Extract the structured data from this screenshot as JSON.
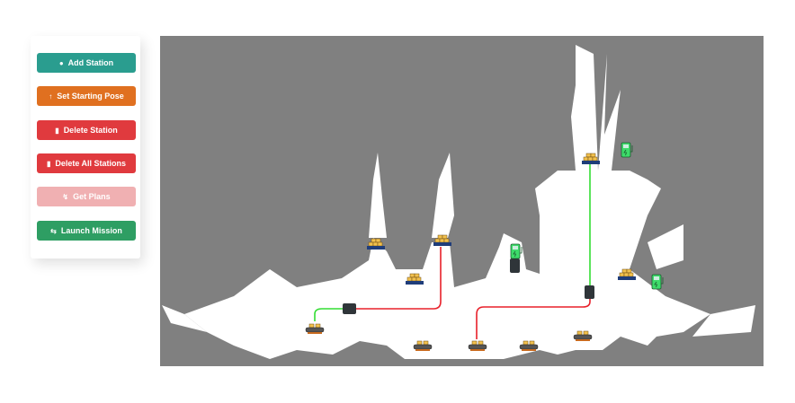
{
  "controls": {
    "buttons": [
      {
        "label": "Add Station",
        "icon": "map-pin-icon",
        "color": "#2a9d8f"
      },
      {
        "label": "Set Starting Pose",
        "icon": "arrow-up-icon",
        "color": "#e07020"
      },
      {
        "label": "Delete Station",
        "icon": "trash-icon",
        "color": "#e03a3e"
      },
      {
        "label": "Delete All Stations",
        "icon": "trash-icon",
        "color": "#e03a3e"
      },
      {
        "label": "Get Plans",
        "icon": "route-icon",
        "color": "#f0b0b2",
        "disabled": true
      },
      {
        "label": "Launch Mission",
        "icon": "repeat-icon",
        "color": "#2e9e63"
      }
    ]
  },
  "map": {
    "background": "#808080",
    "free_space": "#ffffff",
    "path_done_color": "#33dd33",
    "path_planned_color": "#e8202a"
  }
}
